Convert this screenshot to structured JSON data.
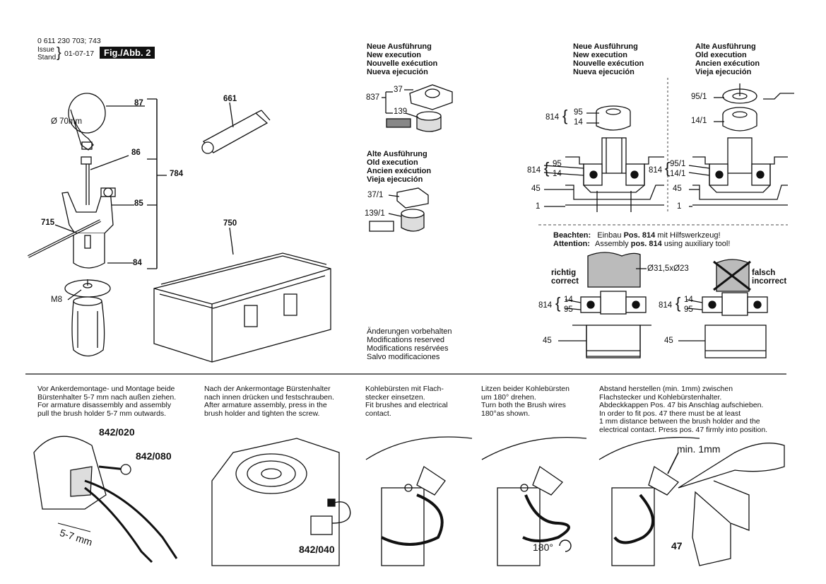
{
  "header": {
    "part_number": "0 611 230 703; 743",
    "issue_label": "Issue",
    "stand_label": "Stand",
    "date": "01-07-17",
    "fig": "Fig./Abb. 2"
  },
  "part_labels": {
    "p87": "87",
    "p86": "86",
    "p85": "85",
    "p84": "84",
    "p784": "784",
    "p715": "715",
    "m8": "M8",
    "dia70": "Ø 70mm",
    "p661": "661",
    "p750": "750",
    "p837": "837",
    "p37": "37",
    "p139": "139",
    "p37_1": "37/1",
    "p139_1": "139/1",
    "p814a": "814",
    "p95a": "95",
    "p14a": "14",
    "p814b": "814",
    "p95b": "95",
    "p14b": "14",
    "p45a": "45",
    "p1a": "1",
    "p95_1a": "95/1",
    "p14_1a": "14/1",
    "p814c": "814",
    "p95_1b": "95/1",
    "p14_1b": "14/1",
    "p45b": "45",
    "p1b": "1",
    "dia_shaft": "Ø31,5xØ23",
    "p814d": "814",
    "p14c": "14",
    "p95c": "95",
    "p814e": "814",
    "p14d": "14",
    "p95d": "95",
    "p45c": "45",
    "p45d": "45",
    "p842_020": "842/020",
    "p842_080": "842/080",
    "p842_040": "842/040",
    "p5_7mm": "5-7 mm",
    "deg180": "180°",
    "min1mm": "min. 1mm",
    "p47": "47"
  },
  "new_exec": [
    "Neue Ausführung",
    "New execution",
    "Nouvelle exécution",
    "Nueva ejecución"
  ],
  "old_exec": [
    "Alte Ausführung",
    "Old execution",
    "Ancien exécution",
    "Vieja ejecución"
  ],
  "changes": [
    "Änderungen vorbehalten",
    "Modifications reserved",
    "Modifications resérvées",
    "Salvo modificaciones"
  ],
  "notes": {
    "beachten_label": "Beachten:",
    "beachten_pre": "Einbau",
    "beachten_pos": "Pos. 814",
    "beachten_post": "mit Hilfswerkzeug!",
    "attention_label": "Attention:",
    "attention_pre": "Assembly",
    "attention_pos": "pos. 814",
    "attention_post": "using auxiliary tool!",
    "richtig": "richtig",
    "correct": "correct",
    "falsch": "falsch",
    "incorrect": "incorrect"
  },
  "instructions": {
    "step1": [
      "Vor Ankerdemontage- und Montage beide",
      "Bürstenhalter 5-7 mm nach außen ziehen.",
      "For armature disassembly and assembly",
      "pull the brush holder 5-7 mm outwards."
    ],
    "step2": [
      "Nach der Ankermontage Bürstenhalter",
      "nach innen drücken und festschrauben.",
      "After armature assembly, press in the",
      "brush holder and tighten the screw."
    ],
    "step3": [
      "Kohlebürsten mit Flach-",
      "stecker einsetzen.",
      "Fit brushes and electrical",
      "contact."
    ],
    "step4": [
      "Litzen beider Kohlebürsten",
      "um 180° drehen.",
      "Turn both the Brush wires",
      "180°as shown."
    ],
    "step5": [
      "Abstand herstellen (min. 1mm) zwischen",
      "Flachstecker und Kohlebürstenhalter.",
      "Abdeckkappen Pos. 47 bis Anschlag aufschieben.",
      "In order to fit pos. 47 there must be at least",
      "1 mm distance between the brush holder and the",
      "electrical contact. Press pos. 47 firmly into position."
    ]
  }
}
